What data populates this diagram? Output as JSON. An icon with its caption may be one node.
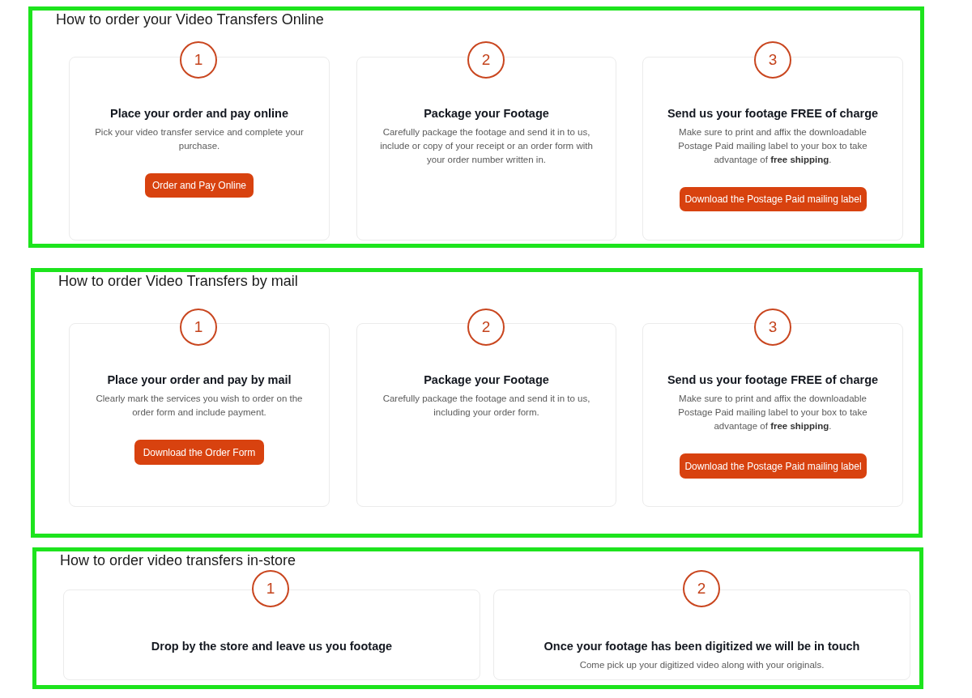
{
  "diagram": {
    "nodes": [
      {
        "text": [
          "How to order your Video Transfers Online"
        ]
      },
      {
        "text": [
          "1"
        ],
        "in": 0
      },
      {
        "text": [
          "Place your order and pay online",
          "Pick your video transfer service and complete your purchase."
        ],
        "in": 0
      },
      {
        "text": [
          "Order and Pay Online"
        ],
        "in": 2
      },
      {
        "text": [
          "2"
        ],
        "in": 0
      },
      {
        "text": [
          "Package your Footage",
          "Carefully package the footage and send it in to us, include or copy of your receipt or an order form with your order number written in."
        ],
        "in": 0
      },
      {
        "text": [
          "3"
        ],
        "in": 0
      },
      {
        "text": [
          "Send us your footage FREE of charge",
          "Make sure to print and affix the downloadable Postage Paid mailing label to your box to take advantage of **free shipping**."
        ],
        "in": 0
      },
      {
        "text": [
          "Download the Postage Paid mailing label"
        ],
        "in": 7
      },
      {
        "text": [
          "How to order Video Transfers by mail"
        ]
      },
      {
        "text": [
          "1"
        ],
        "in": 9
      },
      {
        "text": [
          "Place your order and pay by mail",
          "Clearly mark the services you wish to order on the order form and include payment."
        ],
        "in": 9
      },
      {
        "text": [
          "Download the Order Form"
        ],
        "in": 11
      },
      {
        "text": [
          "2"
        ],
        "in": 9
      },
      {
        "text": [
          "Package your Footage",
          "Carefully package the footage and send it in to us, including your order form."
        ],
        "in": 9
      },
      {
        "text": [
          "3"
        ],
        "in": 9
      },
      {
        "text": [
          "Send us your footage FREE of charge",
          "Make sure to print and affix the downloadable Postage Paid mailing label to your box to take advantage of **free shipping**."
        ],
        "in": 9
      },
      {
        "text": [
          "Download the Postage Paid mailing label"
        ],
        "in": 16
      },
      {
        "text": [
          "How to order video transfers in-store"
        ]
      },
      {
        "text": [
          "1"
        ],
        "in": 18
      },
      {
        "text": [
          "Drop by the store and leave us you footage"
        ],
        "in": 18
      },
      {
        "text": [
          "2"
        ],
        "in": 18
      },
      {
        "text": [
          "Once your footage has been digitized we will be in touch",
          "Come pick up your digitized video along with your originals."
        ],
        "in": 18
      }
    ]
  }
}
